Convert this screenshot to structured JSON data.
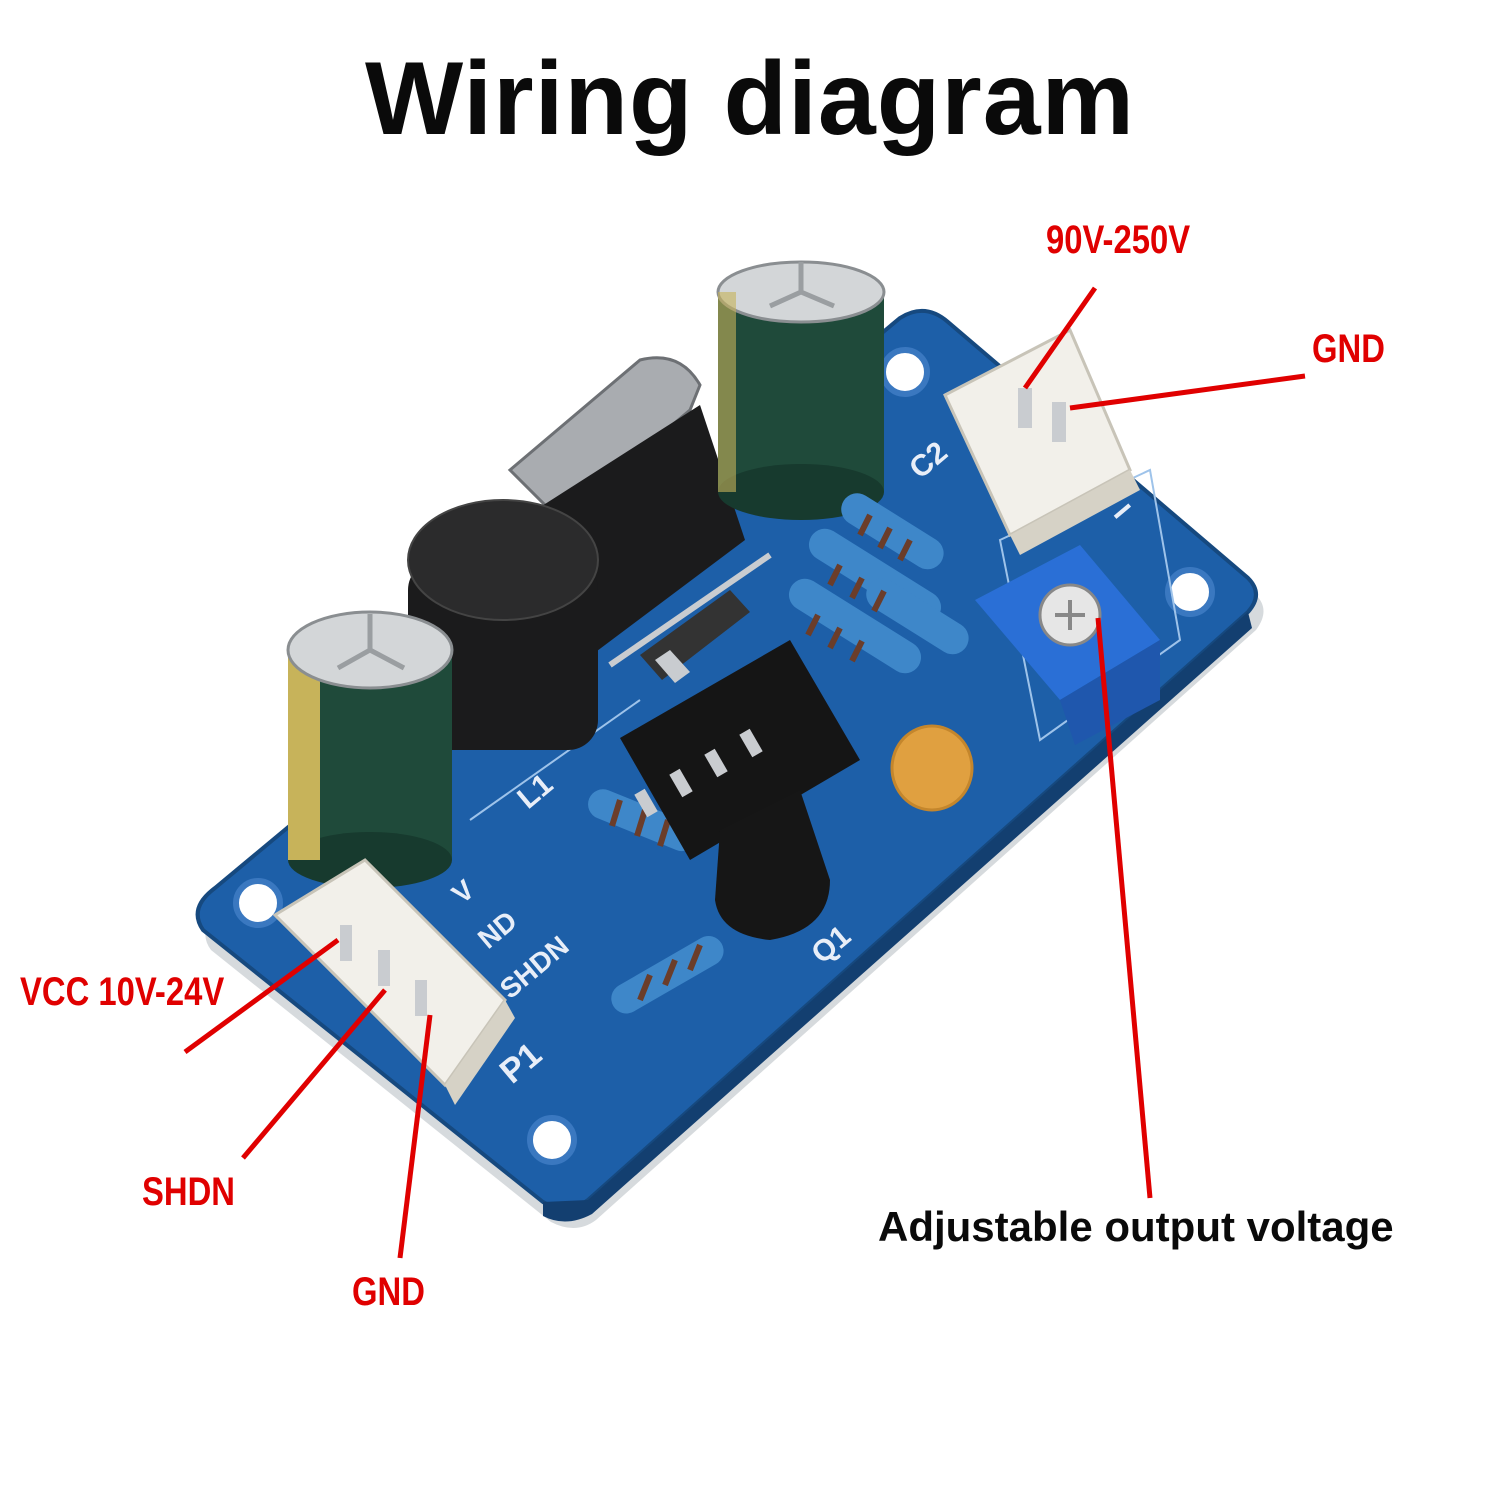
{
  "title": "Wiring diagram",
  "labels": {
    "input_high_voltage": "90V-250V",
    "output_gnd": "GND",
    "vcc": "VCC 10V-24V",
    "shdn": "SHDN",
    "input_gnd": "GND",
    "adjustable": "Adjustable output voltage"
  },
  "silkscreen": {
    "l1": "L1",
    "q1": "Q1",
    "p1": "P1",
    "c2": "C2",
    "pin_shdn": "SHDN",
    "pin_gnd": "ND",
    "pin_v": "V",
    "minus": "−"
  },
  "colors": {
    "label_red": "#e00000",
    "pcb_blue": "#1d5fa8",
    "connector_white": "#f2f0ea",
    "capacitor_green": "#1f4a3a",
    "trimmer_blue": "#2a6fd6"
  }
}
